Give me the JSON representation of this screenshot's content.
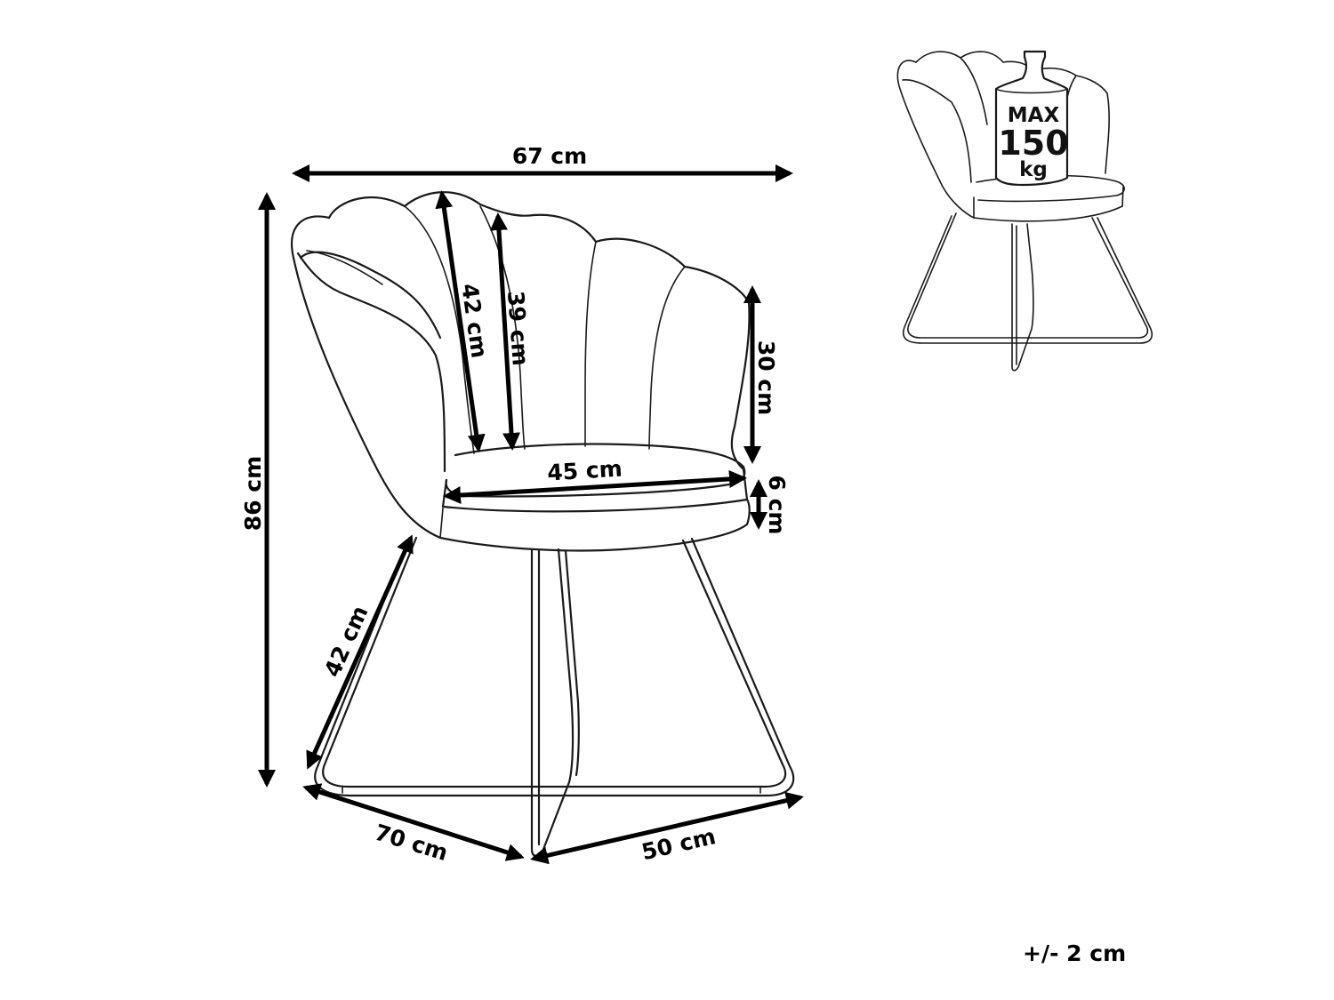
{
  "dimensions": {
    "width_total": "67 cm",
    "height_total": "86 cm",
    "back_outer": "42 cm",
    "back_inner": "39 cm",
    "armrest_height": "30 cm",
    "seat_width": "45 cm",
    "seat_thickness": "6 cm",
    "seat_height": "42 cm",
    "depth": "70 cm",
    "base_width": "50 cm"
  },
  "load_badge": {
    "line1": "MAX",
    "line2": "150",
    "line3": "kg"
  },
  "tolerance": "+/- 2 cm",
  "colors": {
    "line": "#1a1a1a",
    "dimension": "#000000",
    "background": "#ffffff"
  }
}
